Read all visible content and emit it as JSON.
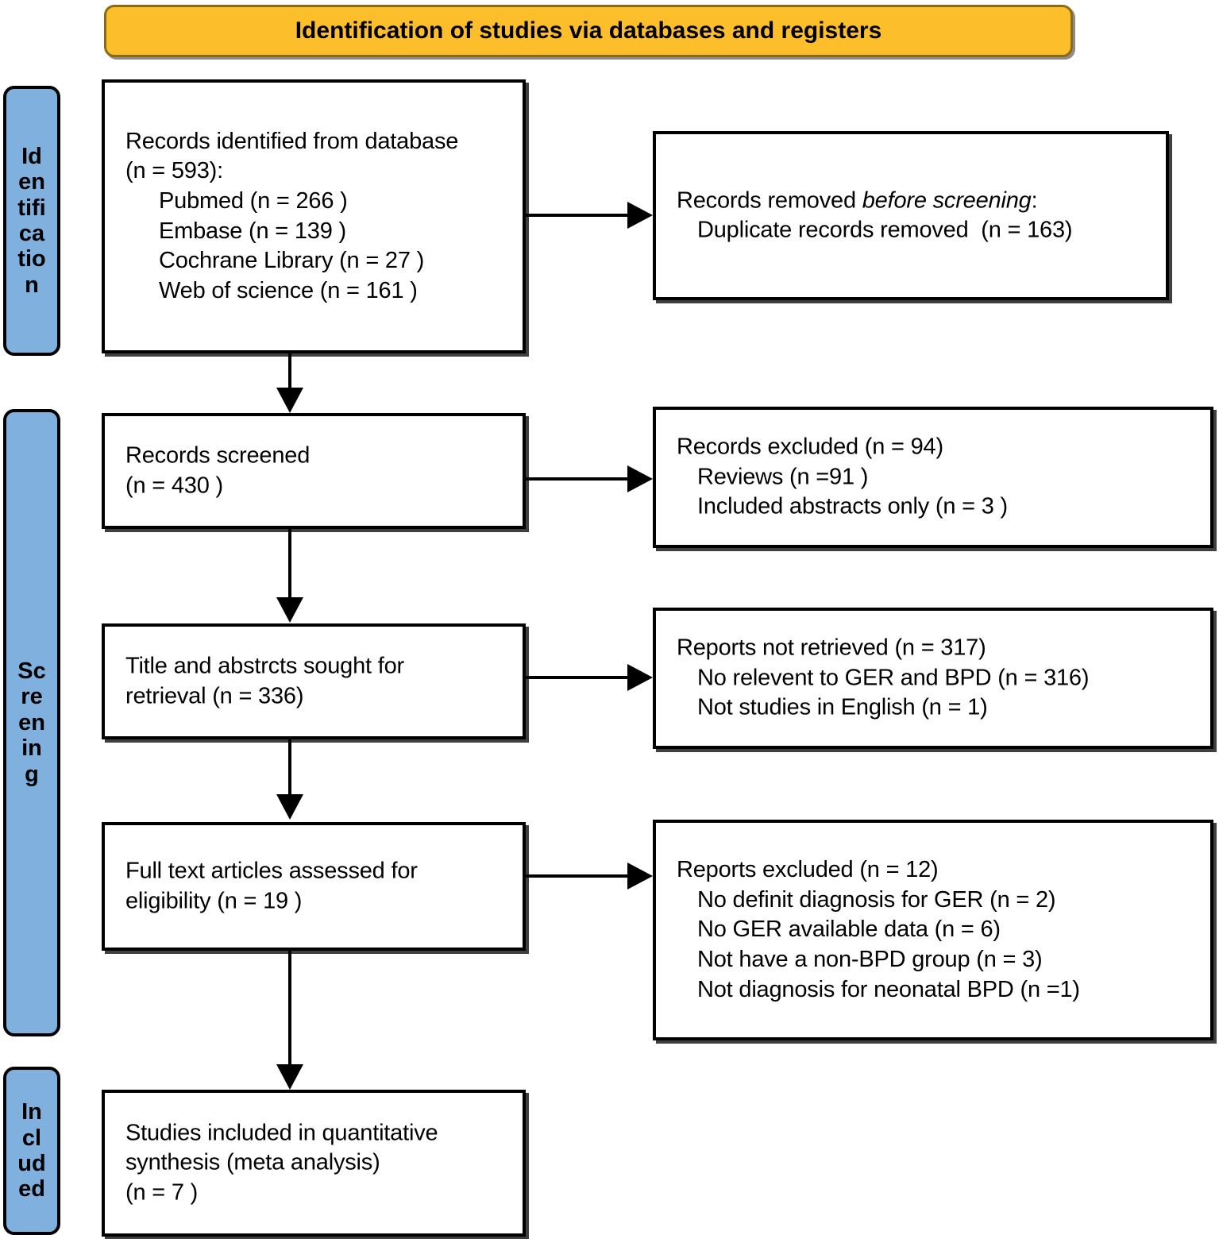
{
  "banner": {
    "title": "Identification of studies via databases and registers"
  },
  "stages": [
    {
      "id": "identification",
      "label": "Identification"
    },
    {
      "id": "screening",
      "label": "Screening"
    },
    {
      "id": "included",
      "label": "Included"
    }
  ],
  "boxes": {
    "records_identified": {
      "name": "records-identified-box",
      "lines": [
        "Records identified from database",
        "(n = 593):",
        "Pubmed (n = 266 )",
        "Embase (n = 139 )",
        "Cochrane Library (n = 27 )",
        "Web of science (n = 161 )"
      ]
    },
    "records_removed": {
      "name": "records-removed-box",
      "line1_prefix": "Records removed ",
      "line1_italic": "before screening",
      "line1_suffix": ":",
      "line2": "Duplicate records removed  (n = 163)"
    },
    "records_screened": {
      "name": "records-screened-box",
      "lines": [
        "Records screened",
        "(n = 430 )"
      ]
    },
    "records_excluded": {
      "name": "records-excluded-box",
      "lines": [
        "Records excluded (n = 94)",
        "Reviews (n =91 )",
        "Included abstracts only (n = 3 )"
      ]
    },
    "title_abstracts": {
      "name": "title-abstracts-sought-box",
      "lines": [
        "Title and abstrcts sought for",
        "retrieval (n = 336)"
      ]
    },
    "reports_not_retrieved": {
      "name": "reports-not-retrieved-box",
      "lines": [
        "Reports not retrieved (n = 317)",
        "No relevent to GER and BPD (n = 316)",
        "Not studies in English (n = 1)"
      ]
    },
    "full_text_assessed": {
      "name": "full-text-assessed-box",
      "lines": [
        "Full text articles assessed for",
        "eligibility (n = 19 )"
      ]
    },
    "reports_excluded": {
      "name": "reports-excluded-box",
      "lines": [
        "Reports excluded (n = 12)",
        "No definit diagnosis for GER (n = 2)",
        "No GER available data (n = 6)",
        "Not have a non-BPD group (n = 3)",
        "Not diagnosis for neonatal BPD (n =1)"
      ]
    },
    "studies_included": {
      "name": "studies-included-box",
      "lines": [
        "Studies included in quantitative",
        "synthesis (meta analysis)",
        "(n = 7 )"
      ]
    }
  },
  "colors": {
    "banner_fill": "#FDBE2C",
    "banner_border": "#8A6A14",
    "stage_fill": "#7FB0DE",
    "box_border": "#000000",
    "box_fill": "#FFFFFF",
    "connector": "#000000"
  }
}
